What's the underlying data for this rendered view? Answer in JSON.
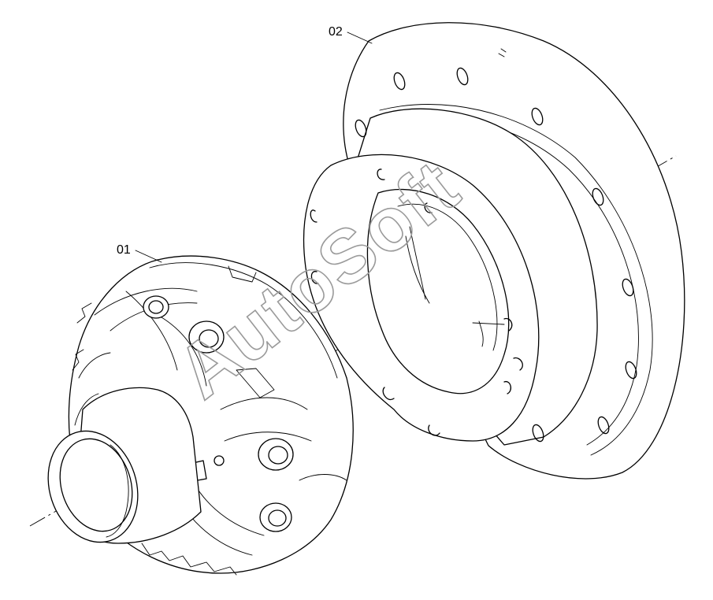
{
  "callouts": {
    "part_01": "01",
    "part_02": "02"
  },
  "watermark": {
    "text": "AutoSoft"
  }
}
